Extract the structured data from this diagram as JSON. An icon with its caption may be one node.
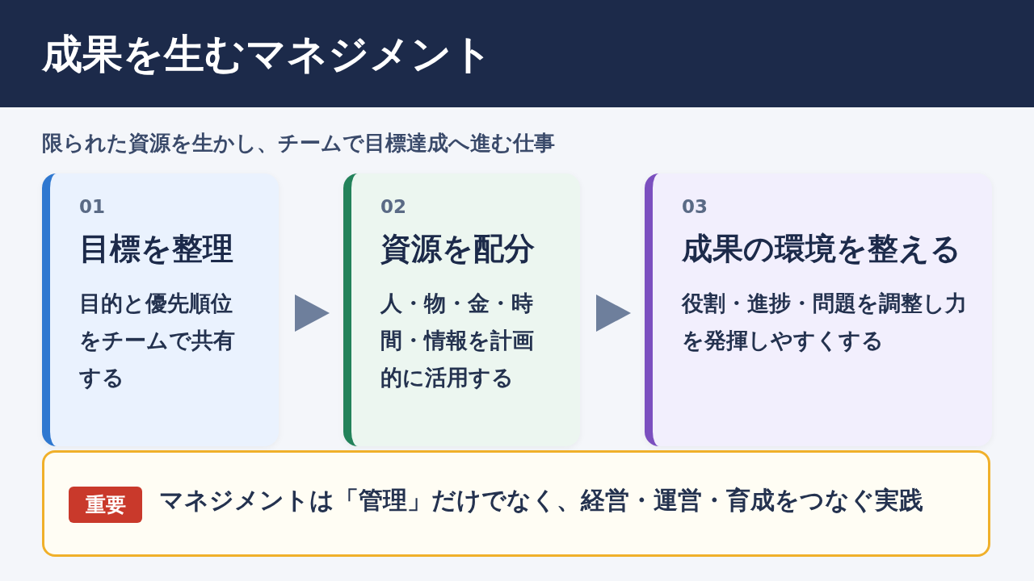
{
  "diagram": {
    "title": "成果を生むマネジメント",
    "nodes": [
      {
        "text": [
          "01",
          "目標を整理",
          "目的と優先順位をチームで共有する"
        ]
      },
      {
        "text": [
          "02",
          "資源を配分",
          "人・物・金・時間・情報を計画的に活用する"
        ]
      },
      {
        "text": [
          "03",
          "成果の環境を整える",
          "役割・進捗・問題を調整し力を発揮しやすくする"
        ]
      },
      {
        "text": [
          "マネジメントは「管理」だけでなく、経営・運営・育成をつなぐ実践"
        ]
      },
      {
        "text": [
          "重要"
        ],
        "in": 3
      }
    ],
    "edges": [
      {
        "from": 0,
        "to": 1,
        "arrow": "to"
      },
      {
        "from": 1,
        "to": 2,
        "arrow": "to"
      }
    ],
    "labels": [
      "限られた資源を生かし、チームで目標達成へ進む仕事"
    ]
  }
}
